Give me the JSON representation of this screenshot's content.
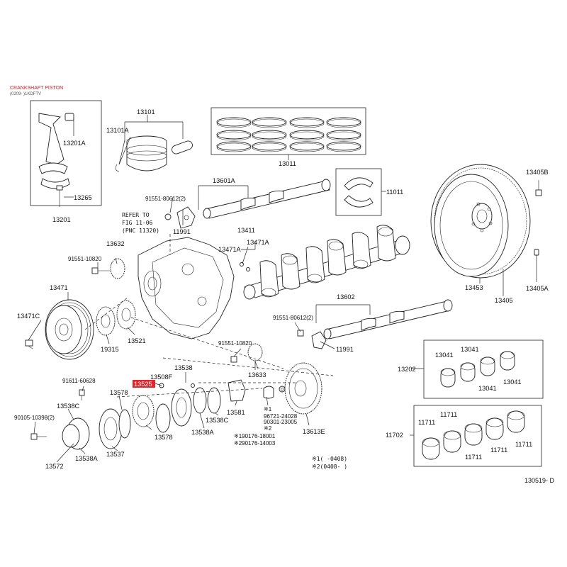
{
  "header": {
    "title": "CRANKSHAFT PISTON",
    "subtitle": "(0209- )1KDFTV"
  },
  "figure_number": "130519- D",
  "highlight_color": "#e4232a",
  "labels": {
    "l13101": "13101",
    "l13101A": "13101A",
    "l13201A": "13201A",
    "l13265": "13265",
    "l13201": "13201",
    "l13011": "13011",
    "l13601A": "13601A",
    "l11011": "11011",
    "l13405B": "13405B",
    "l91551_a": "91551-80612(2)",
    "l11991_a": "11991",
    "lrefer1": "REFER TO",
    "lrefer2": "FIG 11-06",
    "lrefer3": "(PNC 11320)",
    "l13632": "13632",
    "l91551_b": "91551-10820",
    "l13411": "13411",
    "l13471A_a": "13471A",
    "l13471A_b": "13471A",
    "l13471": "13471",
    "l13471C": "13471C",
    "l19315": "19315",
    "l13521": "13521",
    "l13602": "13602",
    "l91551_c": "91551-80612(2)",
    "l11991_b": "11991",
    "l13453": "13453",
    "l13405": "13405",
    "l13405A": "13405A",
    "l91551_d": "91551-10820",
    "l13633": "13633",
    "l13041_a": "13041",
    "l13041_b": "13041",
    "l13041_c": "13041",
    "l13041_d": "13041",
    "l13202": "13202",
    "l91611": "91611-60628",
    "l13538": "13538",
    "l13508F": "13508F",
    "l13525": "13525",
    "l13578_a": "13578",
    "l13538C_a": "13538C",
    "l90105": "90105-10398(2)",
    "l13572": "13572",
    "l13538A_a": "13538A",
    "l13537": "13537",
    "l13578_b": "13578",
    "l13538A_b": "13538A",
    "l13538C_b": "13538C",
    "l13581": "13581",
    "l13613E": "13613E",
    "lx1": "※1",
    "l96721": "96721-24028",
    "l90301": "90301-23005",
    "lx2": "※2",
    "l190176": "※190176-18001",
    "l290176": "※290176-14003",
    "l11711_a": "11711",
    "l11711_b": "11711",
    "l11711_c": "11711",
    "l11711_d": "11711",
    "l11711_e": "11711",
    "l11702": "11702",
    "note1": "※1(     -0408)",
    "note2": "※2(0408-     )"
  }
}
